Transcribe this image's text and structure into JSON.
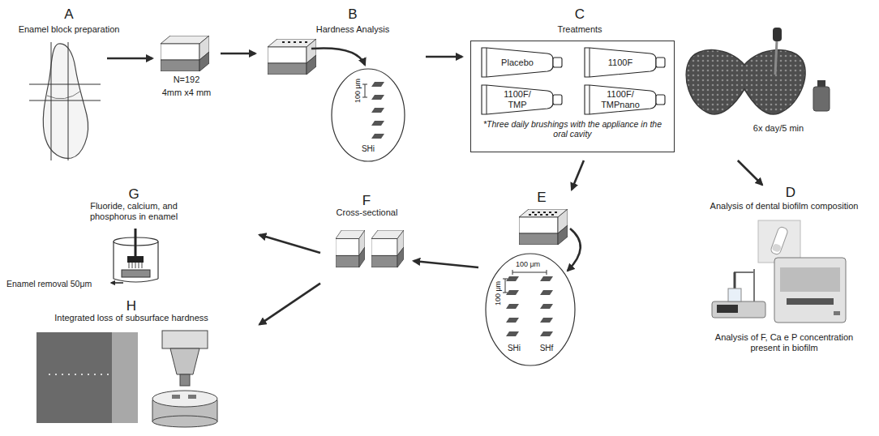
{
  "diagram": {
    "nodes": [
      {
        "text": [
          "A",
          "Enamel block preparation",
          "N=192",
          "4mm x4 mm"
        ]
      },
      {
        "text": [
          "B",
          "Hardness Analysis"
        ]
      },
      {
        "text": [
          "100 μm",
          "SHi"
        ],
        "in": 1
      },
      {
        "text": [
          "C",
          "Treatments",
          "6x day/5 min"
        ]
      },
      {
        "text": [
          "*Three daily brushings with the appliance in the oral cavity"
        ],
        "in": 3
      },
      {
        "text": [
          "Placebo"
        ],
        "in": 4
      },
      {
        "text": [
          "1100F"
        ],
        "in": 4
      },
      {
        "text": [
          "1100F/ TMP"
        ],
        "in": 4
      },
      {
        "text": [
          "1100F/ TMPnano"
        ],
        "in": 4
      },
      {
        "text": [
          "D",
          "Analysis of dental biofilm composition",
          "Analysis of F, Ca e P concentration present in biofilm"
        ]
      },
      {
        "text": [
          "E"
        ]
      },
      {
        "text": [
          "100 μm",
          "100 μm",
          "SHi",
          "SHf"
        ],
        "in": 10
      },
      {
        "text": [
          "F",
          "Cross-sectional"
        ]
      },
      {
        "text": [
          "G",
          "Fluoride, calcium, and phosphorus in enamel",
          "Enamel removal 50μm"
        ]
      },
      {
        "text": [
          "H",
          "Integrated loss of subsurface hardness"
        ]
      }
    ],
    "edges": [
      {
        "from": 0,
        "to": 1,
        "arrow": "to"
      },
      {
        "from": 1,
        "to": 3,
        "arrow": "to"
      },
      {
        "from": 3,
        "to": 10,
        "arrow": "to"
      },
      {
        "from": 3,
        "to": 9,
        "arrow": "to"
      },
      {
        "from": 10,
        "to": 12,
        "arrow": "to"
      },
      {
        "from": 12,
        "to": 13,
        "arrow": "to"
      },
      {
        "from": 12,
        "to": 14,
        "arrow": "to"
      }
    ]
  }
}
